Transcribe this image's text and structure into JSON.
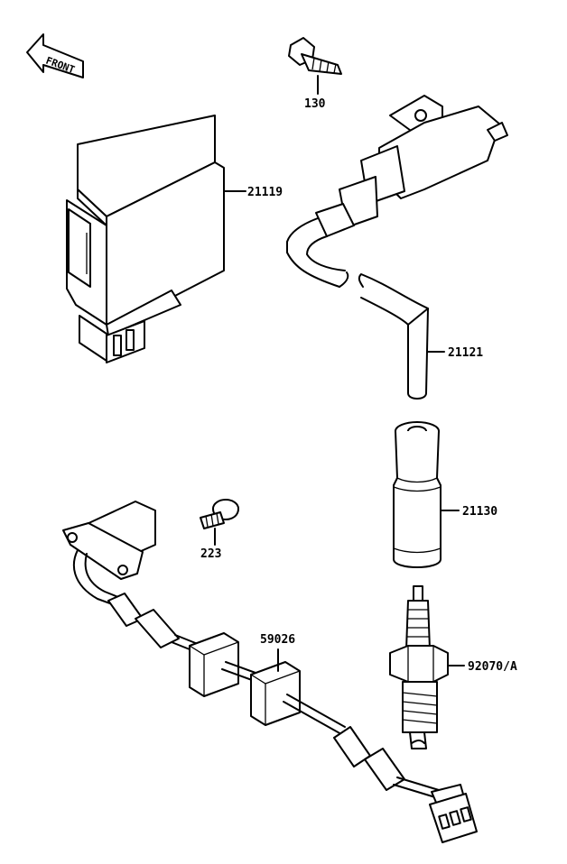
{
  "front_indicator": {
    "label": "FRONT"
  },
  "callouts": [
    {
      "id": "bolt",
      "part_number": "130"
    },
    {
      "id": "cdi-unit",
      "part_number": "21119"
    },
    {
      "id": "ignition-coil",
      "part_number": "21121"
    },
    {
      "id": "plug-cap",
      "part_number": "21130"
    },
    {
      "id": "pickup-bolt",
      "part_number": "223"
    },
    {
      "id": "pickup-grommet",
      "part_number": "59026"
    },
    {
      "id": "spark-plug",
      "part_number": "92070/A"
    }
  ],
  "colors": {
    "line": "#000000",
    "background": "#ffffff"
  }
}
